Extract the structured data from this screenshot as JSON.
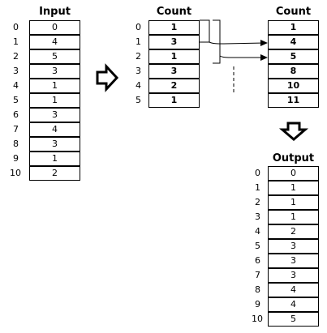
{
  "input": {
    "title": "Input",
    "indices": [
      "0",
      "1",
      "2",
      "3",
      "4",
      "5",
      "6",
      "7",
      "8",
      "9",
      "10"
    ],
    "values": [
      "0",
      "4",
      "5",
      "3",
      "1",
      "1",
      "3",
      "4",
      "3",
      "1",
      "2"
    ]
  },
  "count1": {
    "title": "Count",
    "indices": [
      "0",
      "1",
      "2",
      "3",
      "4",
      "5"
    ],
    "values": [
      "1",
      "3",
      "1",
      "3",
      "2",
      "1"
    ]
  },
  "count2": {
    "title": "Count",
    "values": [
      "1",
      "4",
      "5",
      "8",
      "10",
      "11"
    ]
  },
  "output": {
    "title": "Output",
    "indices": [
      "0",
      "1",
      "2",
      "3",
      "4",
      "5",
      "6",
      "7",
      "8",
      "9",
      "10"
    ],
    "values": [
      "0",
      "1",
      "1",
      "1",
      "2",
      "3",
      "3",
      "3",
      "4",
      "4",
      "5"
    ]
  }
}
